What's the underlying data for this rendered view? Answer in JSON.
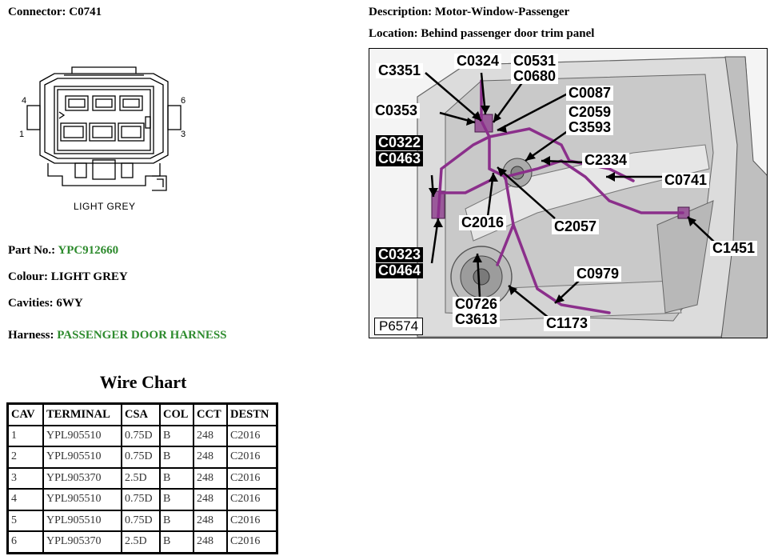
{
  "connector": {
    "label": "Connector:",
    "value": "C0741"
  },
  "description": {
    "label": "Description:",
    "value": "Motor-Window-Passenger"
  },
  "location": {
    "label": "Location:",
    "value": "Behind passenger door trim panel"
  },
  "connector_drawing": {
    "pin_labels": {
      "top_left": "4",
      "bottom_left": "1",
      "top_right": "6",
      "bottom_right": "3"
    },
    "colour_caption": "LIGHT GREY"
  },
  "part_no": {
    "label": "Part No.:",
    "value": "YPC912660",
    "value_color": "#2e8b2e"
  },
  "colour": {
    "label": "Colour:",
    "value": "LIGHT GREY"
  },
  "cavities": {
    "label": "Cavities:",
    "value": "6WY"
  },
  "harness": {
    "label": "Harness:",
    "value": "PASSENGER DOOR HARNESS",
    "value_color": "#2e8b2e"
  },
  "photo": {
    "ref": "P6574",
    "callouts": {
      "c3351": "C3351",
      "c0324": "C0324",
      "c0531": "C0531",
      "c0680": "C0680",
      "c0087": "C0087",
      "c0353": "C0353",
      "c2059": "C2059",
      "c3593": "C3593",
      "c0322": "C0322",
      "c0463": "C0463",
      "c2334": "C2334",
      "c0741": "C0741",
      "c2016": "C2016",
      "c2057": "C2057",
      "c1451": "C1451",
      "c0323": "C0323",
      "c0464": "C0464",
      "c0979": "C0979",
      "c0726": "C0726",
      "c3613": "C3613",
      "c1173": "C1173"
    },
    "harness_color": "#8b2f8b"
  },
  "wire_chart": {
    "title": "Wire Chart",
    "headers": [
      "CAV",
      "TERMINAL",
      "CSA",
      "COL",
      "CCT",
      "DESTN"
    ],
    "rows": [
      [
        "1",
        "YPL905510",
        "0.75D",
        "B",
        "248",
        "C2016"
      ],
      [
        "2",
        "YPL905510",
        "0.75D",
        "B",
        "248",
        "C2016"
      ],
      [
        "3",
        "YPL905370",
        "2.5D",
        "B",
        "248",
        "C2016"
      ],
      [
        "4",
        "YPL905510",
        "0.75D",
        "B",
        "248",
        "C2016"
      ],
      [
        "5",
        "YPL905510",
        "0.75D",
        "B",
        "248",
        "C2016"
      ],
      [
        "6",
        "YPL905370",
        "2.5D",
        "B",
        "248",
        "C2016"
      ]
    ]
  }
}
